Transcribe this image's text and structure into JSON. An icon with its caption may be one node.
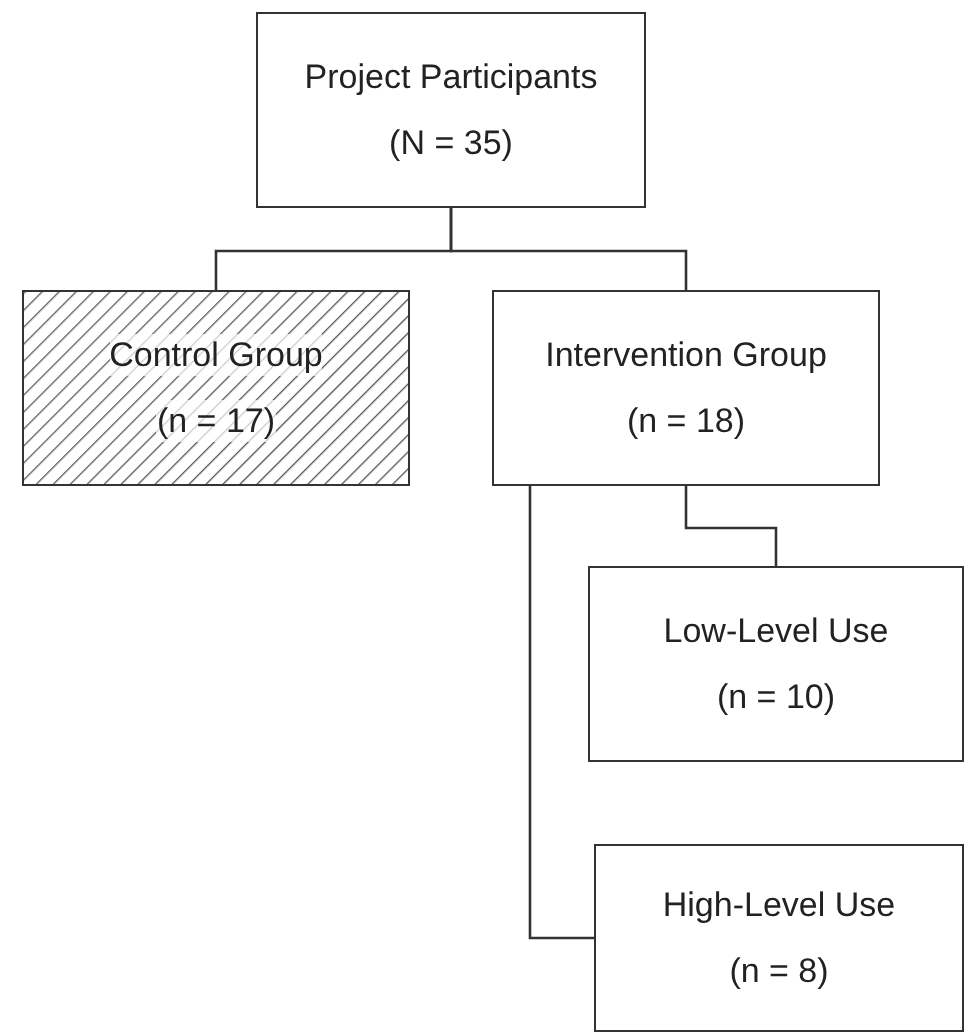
{
  "diagram": {
    "nodes": [
      {
        "text": [
          "Project Participants",
          "(N = 35)"
        ]
      },
      {
        "text": [
          "Control Group",
          "(n = 17)"
        ]
      },
      {
        "text": [
          "Intervention Group",
          "(n = 18)"
        ]
      },
      {
        "text": [
          "Low-Level Use",
          "(n = 10)"
        ]
      },
      {
        "text": [
          "High-Level Use",
          "(n = 8)"
        ]
      }
    ],
    "edges": [
      {
        "from": 0,
        "to": 1,
        "arrow": "none"
      },
      {
        "from": 0,
        "to": 2,
        "arrow": "none"
      },
      {
        "from": 2,
        "to": 3,
        "arrow": "none"
      },
      {
        "from": 2,
        "to": 4,
        "arrow": "none"
      }
    ]
  }
}
